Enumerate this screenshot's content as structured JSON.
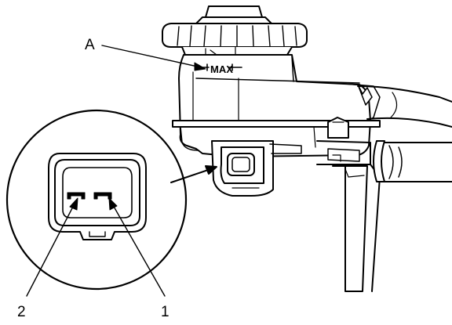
{
  "callouts": {
    "a": "A",
    "one": "1",
    "two": "2"
  },
  "reservoir": {
    "level_mark": "MAX"
  },
  "colors": {
    "ink": "#000000",
    "paper": "#ffffff"
  }
}
